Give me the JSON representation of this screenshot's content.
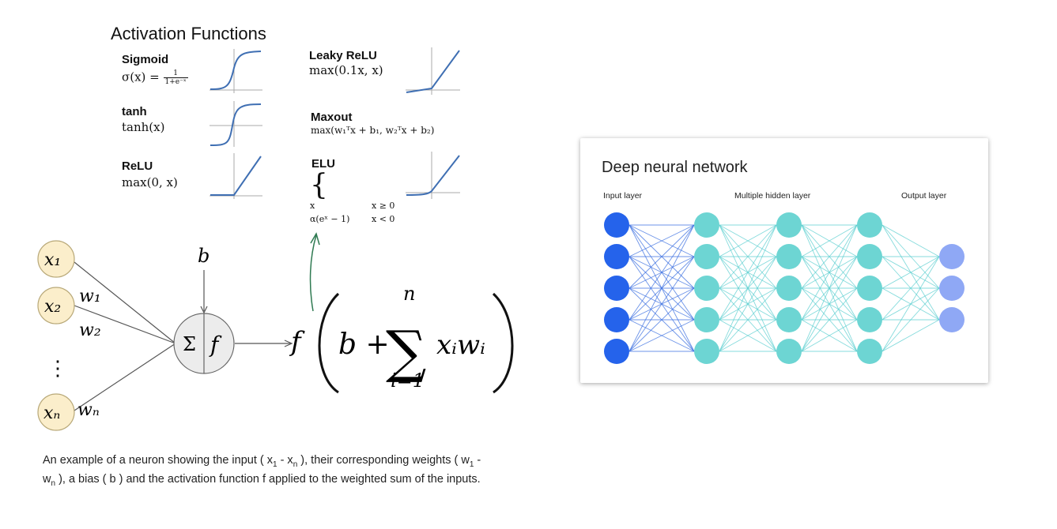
{
  "activation_panel": {
    "title": "Activation Functions",
    "functions": [
      {
        "name": "Sigmoid",
        "formula_lhs": "σ(x) =",
        "frac_num": "1",
        "frac_den": "1+e⁻ˣ"
      },
      {
        "name": "tanh",
        "formula": "tanh(x)"
      },
      {
        "name": "ReLU",
        "formula": "max(0, x)"
      },
      {
        "name": "Leaky ReLU",
        "formula": "max(0.1x, x)"
      },
      {
        "name": "Maxout",
        "formula": "max(w₁ᵀx + b₁, w₂ᵀx + b₂)"
      },
      {
        "name": "ELU",
        "row1_expr": "x",
        "row1_cond": "x ≥ 0",
        "row2_expr": "α(eˣ − 1)",
        "row2_cond": "x < 0"
      }
    ]
  },
  "neuron": {
    "inputs": [
      "x₁",
      "x₂",
      "xₙ"
    ],
    "weights": [
      "w₁",
      "w₂",
      "wₙ"
    ],
    "dots": "⋮",
    "bias": "b",
    "sum_symbol": "Σ",
    "activation_symbol": "f",
    "output_f": "f",
    "output_b": "b +",
    "sigma_upper": "n",
    "sigma_symbol": "∑",
    "sigma_lower": "i=1",
    "sigma_term": "xᵢwᵢ",
    "caption": {
      "p1": "An example of a neuron showing the input ( x",
      "s1": "1",
      "p2": " - x",
      "s2": "n",
      "p3": " ), their corresponding weights ( w",
      "s3": "1",
      "p4": " - w",
      "s4": "n",
      "p5": " ), a bias ( b ) and the activation function f applied to the weighted sum of the inputs."
    }
  },
  "dnn": {
    "title": "Deep neural network",
    "labels": {
      "input": "Input layer",
      "hidden": "Multiple hidden layer",
      "output": "Output layer"
    },
    "layer_sizes": [
      5,
      5,
      5,
      5,
      3
    ],
    "colors": {
      "input": "#2563eb",
      "hidden": "#6dd5d3",
      "output": "#8fa8f5",
      "edge_blue": "#3b6fe0",
      "edge_teal": "#5ccfd0"
    }
  }
}
